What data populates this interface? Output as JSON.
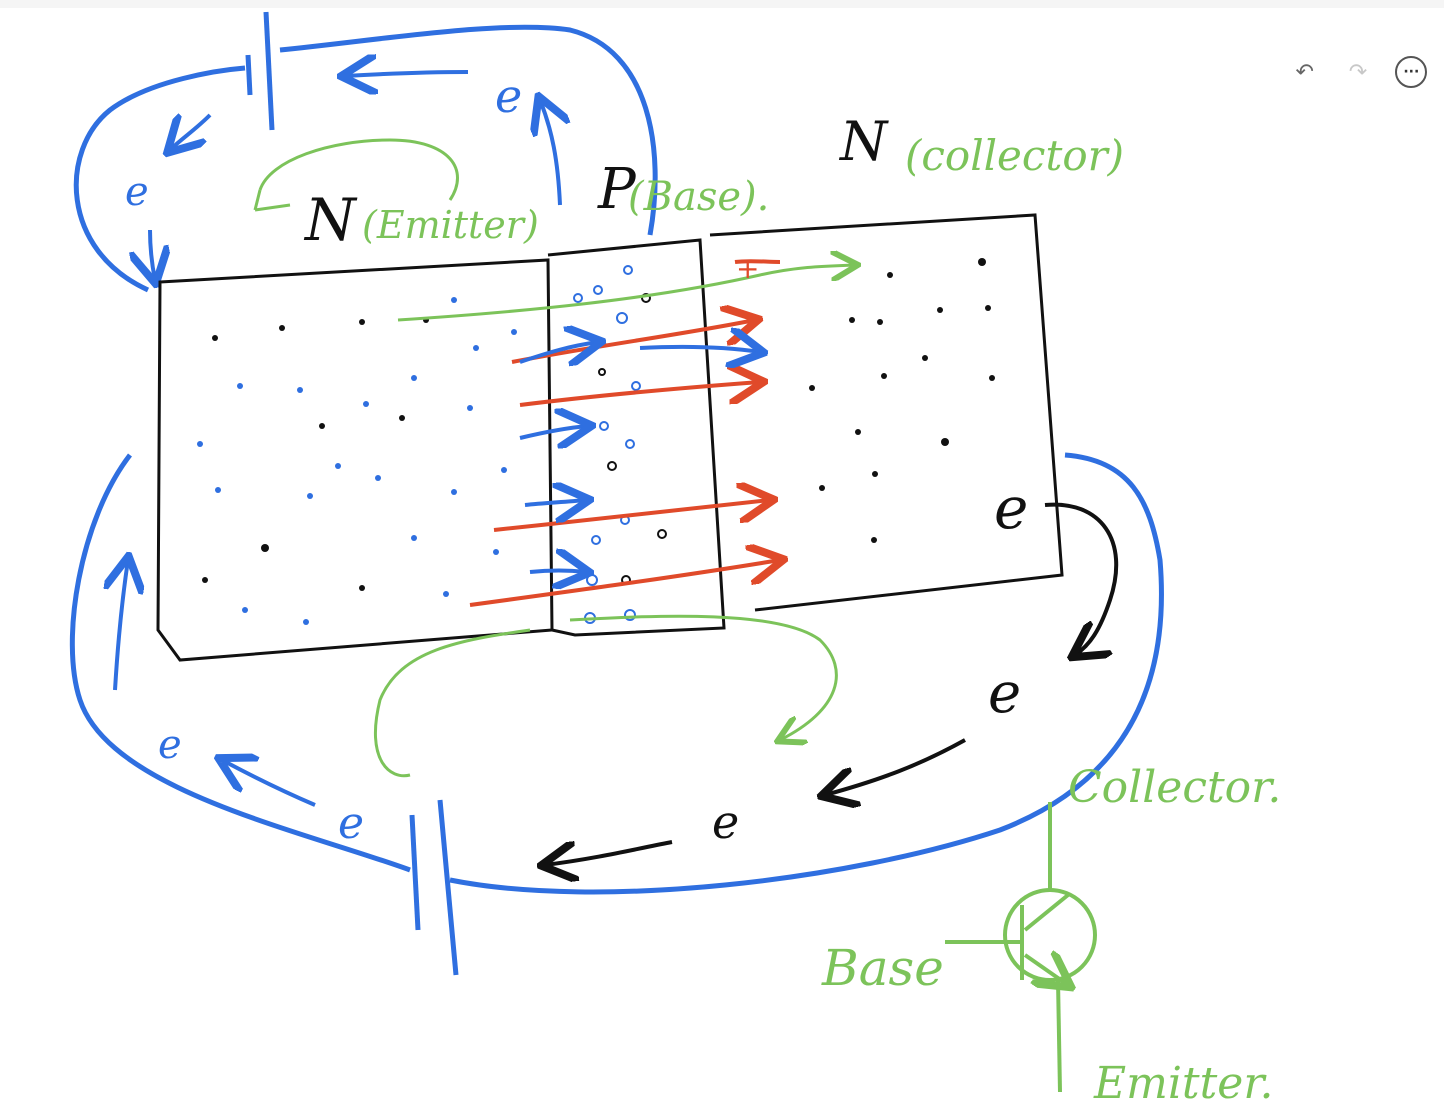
{
  "toolbar": {
    "undo_glyph": "↶",
    "redo_glyph": "↷",
    "more_glyph": "···"
  },
  "labels": {
    "emitter_letter": "N",
    "emitter_name": "(Emitter)",
    "base_letter": "P",
    "base_name": "(Base).",
    "collector_letter": "N",
    "collector_name": "(collector)",
    "plus_sign": "+",
    "electron": "e"
  },
  "symbol": {
    "collector": "Collector.",
    "base": "Base",
    "emitter": "Emitter."
  },
  "colors": {
    "blue": "#2f6fe0",
    "green": "#7cc35a",
    "red": "#e04a2a",
    "black": "#111111"
  }
}
